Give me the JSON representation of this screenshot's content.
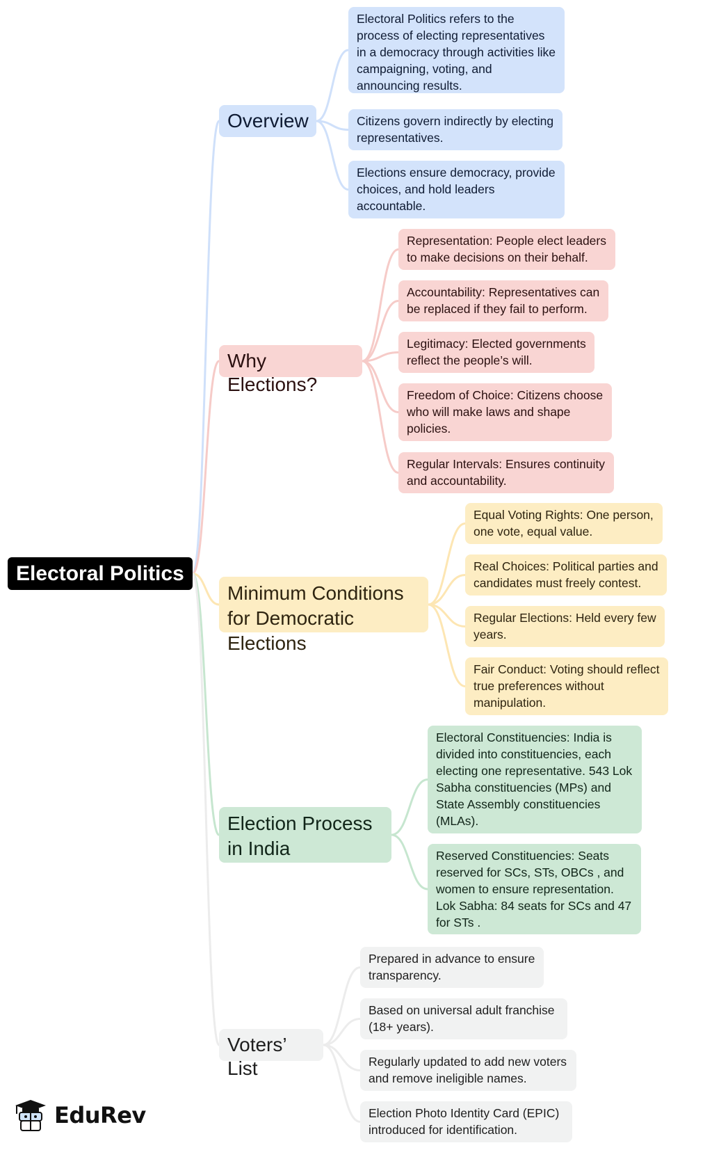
{
  "root": {
    "label": "Electoral Politics"
  },
  "colors": {
    "overview": "#d3e3fb",
    "why": "#f9d5d3",
    "minimum": "#fdedc3",
    "process": "#cde8d5",
    "voters": "#f1f2f2"
  },
  "branches": {
    "overview": {
      "label": "Overview",
      "items": [
        "Electoral Politics refers to the process of electing representatives in a democracy through activities like campaigning, voting, and announcing results.",
        "Citizens govern indirectly by electing representatives.",
        "Elections ensure democracy, provide choices, and hold leaders accountable."
      ]
    },
    "why": {
      "label": "Why Elections?",
      "items": [
        "Representation: People elect leaders to make decisions on their behalf.",
        "Accountability: Representatives can be replaced if they fail to perform.",
        "Legitimacy: Elected governments reflect the people’s will.",
        "Freedom of Choice: Citizens choose who will make laws and shape policies.",
        "Regular Intervals: Ensures continuity and accountability."
      ]
    },
    "minimum": {
      "label": "Minimum Conditions for Democratic Elections",
      "items": [
        "Equal Voting Rights: One person, one vote, equal value.",
        "Real Choices: Political parties and candidates must freely contest.",
        "Regular Elections: Held every few years.",
        "Fair Conduct: Voting should reflect true preferences without manipulation."
      ]
    },
    "process": {
      "label": "Election Process in India",
      "items": [
        "Electoral Constituencies: India is divided into constituencies, each electing one representative. 543 Lok Sabha constituencies (MPs) and State Assembly constituencies (MLAs).",
        "Reserved Constituencies: Seats reserved for SCs, STs, OBCs , and women to ensure representation. Lok Sabha: 84 seats for SCs and 47 for STs ."
      ]
    },
    "voters": {
      "label": "Voters’ List",
      "items": [
        "Prepared in advance to ensure transparency.",
        "Based on universal adult franchise (18+ years).",
        "Regularly updated to add new voters and remove ineligible names.",
        "Election Photo Identity Card (EPIC) introduced for identification."
      ]
    }
  },
  "logo": {
    "text": "EduRev",
    "icon": "graduate-cap-icon"
  }
}
